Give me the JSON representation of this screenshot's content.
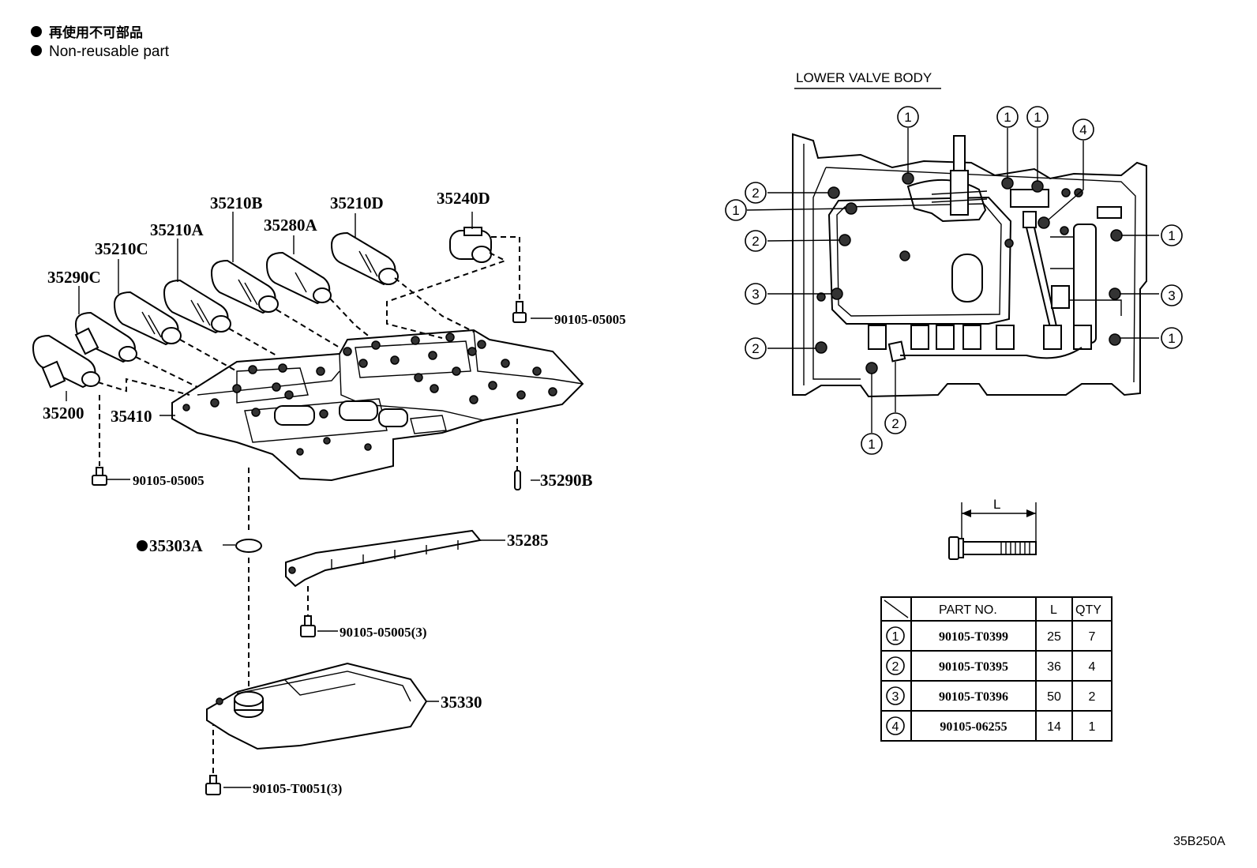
{
  "legend": {
    "line_jp": "再使用不可部品",
    "line_en": "Non-reusable part"
  },
  "section_title": "LOWER VALVE BODY",
  "part_labels": {
    "p35240D": "35240D",
    "p35210D": "35210D",
    "p35210B": "35210B",
    "p35280A": "35280A",
    "p35210A": "35210A",
    "p35210C": "35210C",
    "p35290C": "35290C",
    "p35200": "35200",
    "p35410": "35410",
    "bolt_a": "90105-05005",
    "bolt_b": "90105-05005",
    "p35290B": "35290B",
    "p35303A": "35303A",
    "p35285": "35285",
    "bolt_c": "90105-05005(3)",
    "p35330": "35330",
    "bolt_d": "90105-T0051(3)"
  },
  "callouts": [
    "1",
    "2",
    "3",
    "4"
  ],
  "dimension_label": "L",
  "table": {
    "headers": [
      "PART NO.",
      "L",
      "QTY"
    ],
    "rows": [
      {
        "key": "1",
        "part": "90105-T0399",
        "l": "25",
        "qty": "7"
      },
      {
        "key": "2",
        "part": "90105-T0395",
        "l": "36",
        "qty": "4"
      },
      {
        "key": "3",
        "part": "90105-T0396",
        "l": "50",
        "qty": "2"
      },
      {
        "key": "4",
        "part": "90105-06255",
        "l": "14",
        "qty": "1"
      }
    ]
  },
  "figure_code": "35B250A",
  "icons": {
    "bullet": "filled-circle-bullet-icon",
    "bolt": "bolt-icon",
    "callout": "circled-number-icon"
  }
}
